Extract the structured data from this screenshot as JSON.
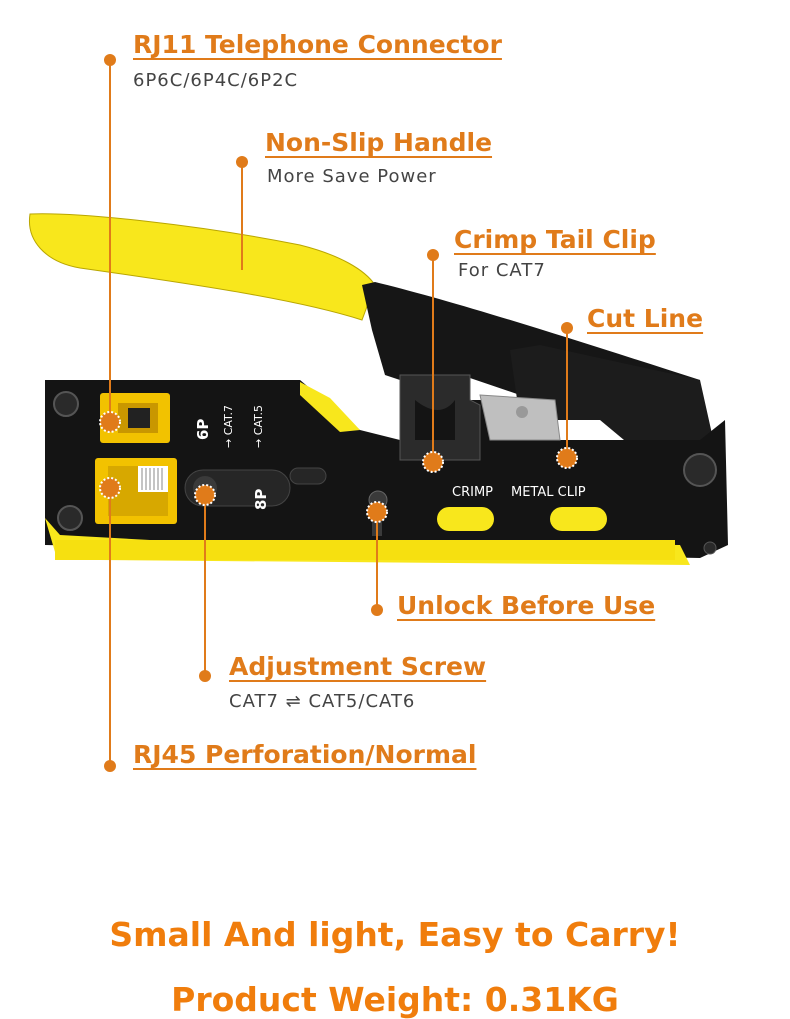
{
  "colors": {
    "accent": "#e07b1a",
    "handle_yellow": "#f8e71c",
    "body_black": "#141414",
    "subtitle_gray": "#444444",
    "footer_orange": "#f07d0c"
  },
  "callouts": {
    "rj11": {
      "title": "RJ11 Telephone Connector",
      "subtitle": "6P6C/6P4C/6P2C"
    },
    "handle": {
      "title": "Non-Slip Handle",
      "subtitle": "More Save Power"
    },
    "crimp_tail": {
      "title": "Crimp Tail Clip",
      "subtitle": "For CAT7"
    },
    "cut_line": {
      "title": "Cut Line"
    },
    "unlock": {
      "title": "Unlock Before Use"
    },
    "adjust_screw": {
      "title": "Adjustment Screw",
      "subtitle": "CAT7 ⇌ CAT5/CAT6"
    },
    "rj45": {
      "title": "RJ45 Perforation/Normal"
    }
  },
  "tool_markings": {
    "p6": "6P",
    "cat7": "→ CAT.7",
    "cat5": "→ CAT.5",
    "p8": "8P",
    "crimp": "CRIMP",
    "metal_clip": "METAL CLIP"
  },
  "footer": {
    "line1": "Small And light, Easy to Carry!",
    "line2": "Product Weight: 0.31KG"
  }
}
